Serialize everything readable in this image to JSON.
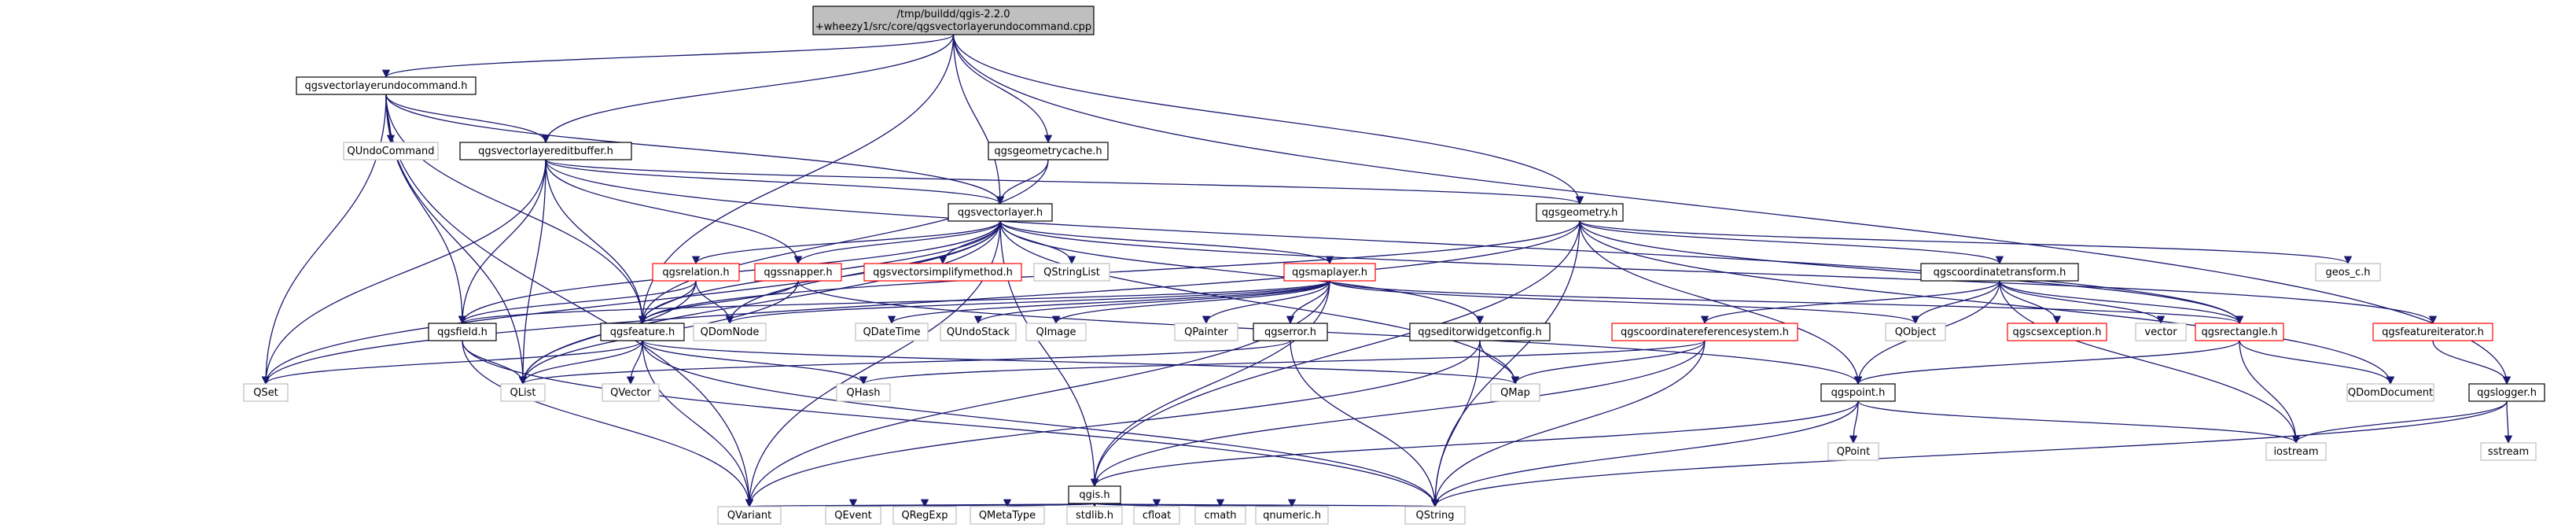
{
  "nodes": {
    "root_line1": "/tmp/buildd/qgis-2.2.0",
    "root_line2": "+wheezy1/src/core/qgsvectorlayerundocommand.cpp",
    "qgsvectorlayerundocommand_h": "qgsvectorlayerundocommand.h",
    "qundocommand": "QUndoCommand",
    "qgsvectorlayereditbuffer_h": "qgsvectorlayereditbuffer.h",
    "qgsgeometrycache_h": "qgsgeometrycache.h",
    "qgsvectorlayer_h": "qgsvectorlayer.h",
    "qgsgeometry_h": "qgsgeometry.h",
    "qgsrelation_h": "qgsrelation.h",
    "qgssnapper_h": "qgssnapper.h",
    "qgsvectorsimplifymethod_h": "qgsvectorsimplifymethod.h",
    "qstringlist": "QStringList",
    "qgsmaplayer_h": "qgsmaplayer.h",
    "qgscoordinatetransform_h": "qgscoordinatetransform.h",
    "geos_c_h": "geos_c.h",
    "qgsfield_h": "qgsfield.h",
    "qdomnode": "QDomNode",
    "qgsfeature_h": "qgsfeature.h",
    "qdatetime": "QDateTime",
    "qundostack": "QUndoStack",
    "qimage": "QImage",
    "qpainter": "QPainter",
    "qgserror_h": "qgserror.h",
    "qgseditorwidgetconfig_h": "qgseditorwidgetconfig.h",
    "qgscoordinatereferencesystem_h": "qgscoordinatereferencesystem.h",
    "qobject": "QObject",
    "qgscsexception_h": "qgscsexception.h",
    "vector": "vector",
    "qgsrectangle_h": "qgsrectangle.h",
    "qgsfeatureiterator_h": "qgsfeatureiterator.h",
    "qset": "QSet",
    "qlist": "QList",
    "qvector": "QVector",
    "qhash": "QHash",
    "qmap": "QMap",
    "qgspoint_h": "qgspoint.h",
    "qdomdocument": "QDomDocument",
    "qgslogger_h": "qgslogger.h",
    "qpoint": "QPoint",
    "iostream": "iostream",
    "sstream": "sstream",
    "qgis_h": "qgis.h",
    "qvariant": "QVariant",
    "qevent": "QEvent",
    "qregexp": "QRegExp",
    "qmetatype": "QMetaType",
    "stdlib_h": "stdlib.h",
    "cfloat": "cfloat",
    "cmath": "cmath",
    "qnumeric_h": "qnumeric.h",
    "qstring": "QString"
  },
  "colors": {
    "edge": "#191970",
    "root_fill": "#bfbfbf",
    "documented_border": "#000000",
    "undocumented_border": "#ff0000",
    "external_border": "#bfbfbf",
    "text": "#000000"
  }
}
